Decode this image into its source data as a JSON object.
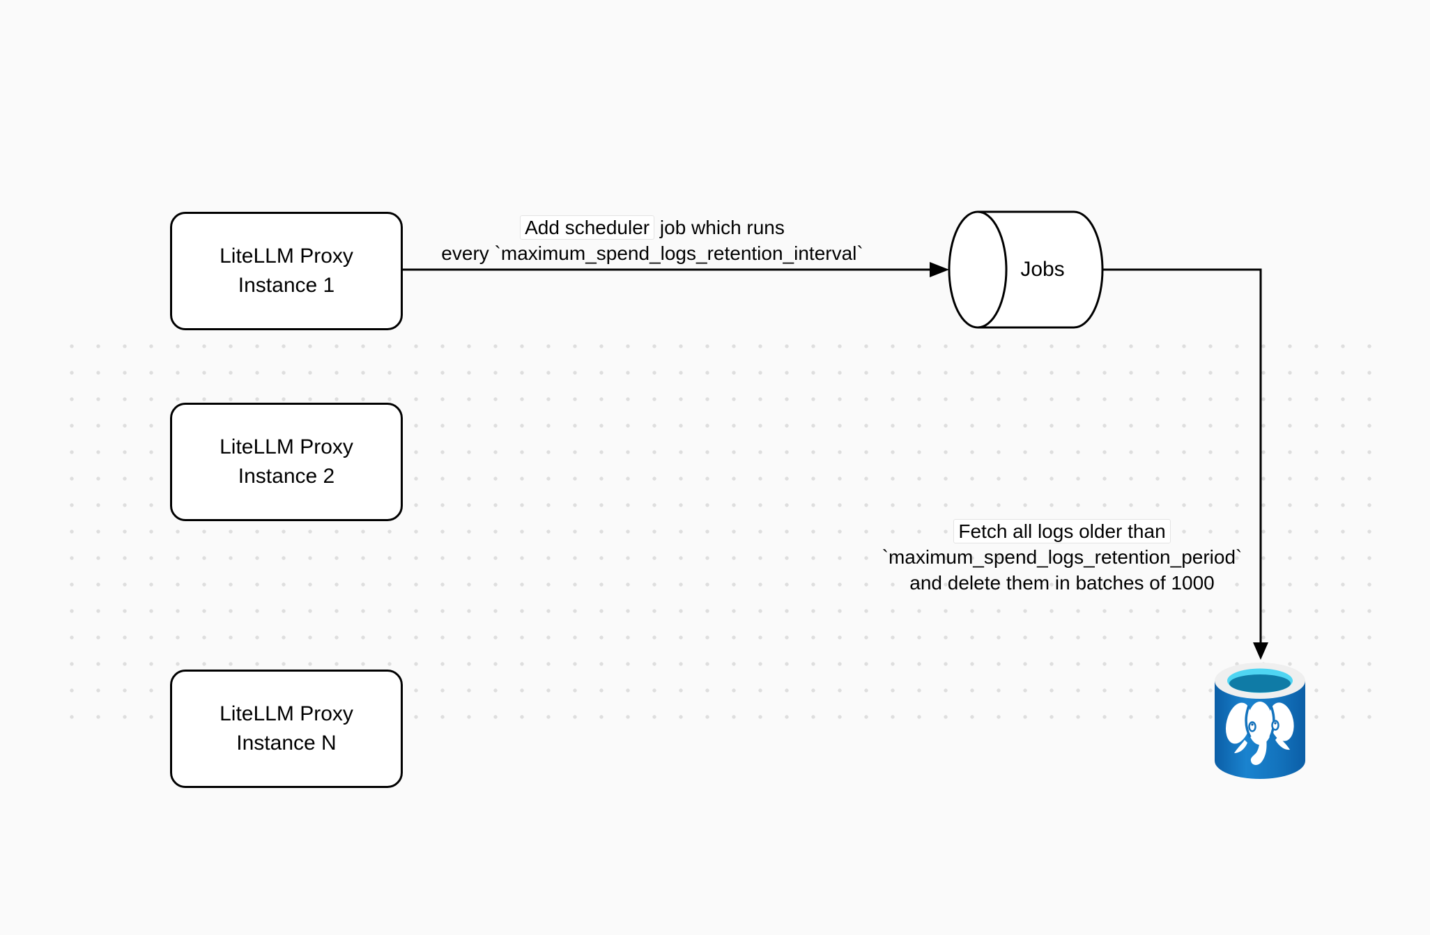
{
  "diagram": {
    "background_color": "#fafafa",
    "dot_color": "#dedede",
    "stroke_color": "#000000",
    "node_fill": "#ffffff",
    "nodes": {
      "proxy_1": {
        "label": "LiteLLM Proxy\nInstance 1"
      },
      "proxy_2": {
        "label": "LiteLLM Proxy\nInstance 2"
      },
      "proxy_n": {
        "label": "LiteLLM Proxy\nInstance N"
      },
      "jobs": {
        "label": "Jobs",
        "shape": "horizontal-cylinder"
      },
      "postgres": {
        "icon": "postgresql-database-icon",
        "colors": {
          "body_blue": "#1373bd",
          "body_dark_blue": "#0b5ea6",
          "rim_gray": "#efefef",
          "opening_cyan": "#4fd5f2",
          "liquid_teal": "#0f7ba6",
          "elephant_white": "#ffffff"
        }
      }
    },
    "edges": {
      "scheduler": {
        "line1_highlighted": "Add scheduler",
        "line1_rest": " job which runs",
        "line2": "every `maximum_spend_logs_retention_interval`"
      },
      "fetch": {
        "line1": "Fetch all logs older than",
        "line2": "`maximum_spend_logs_retention_period`",
        "line3": "and delete them in batches of 1000"
      }
    }
  }
}
